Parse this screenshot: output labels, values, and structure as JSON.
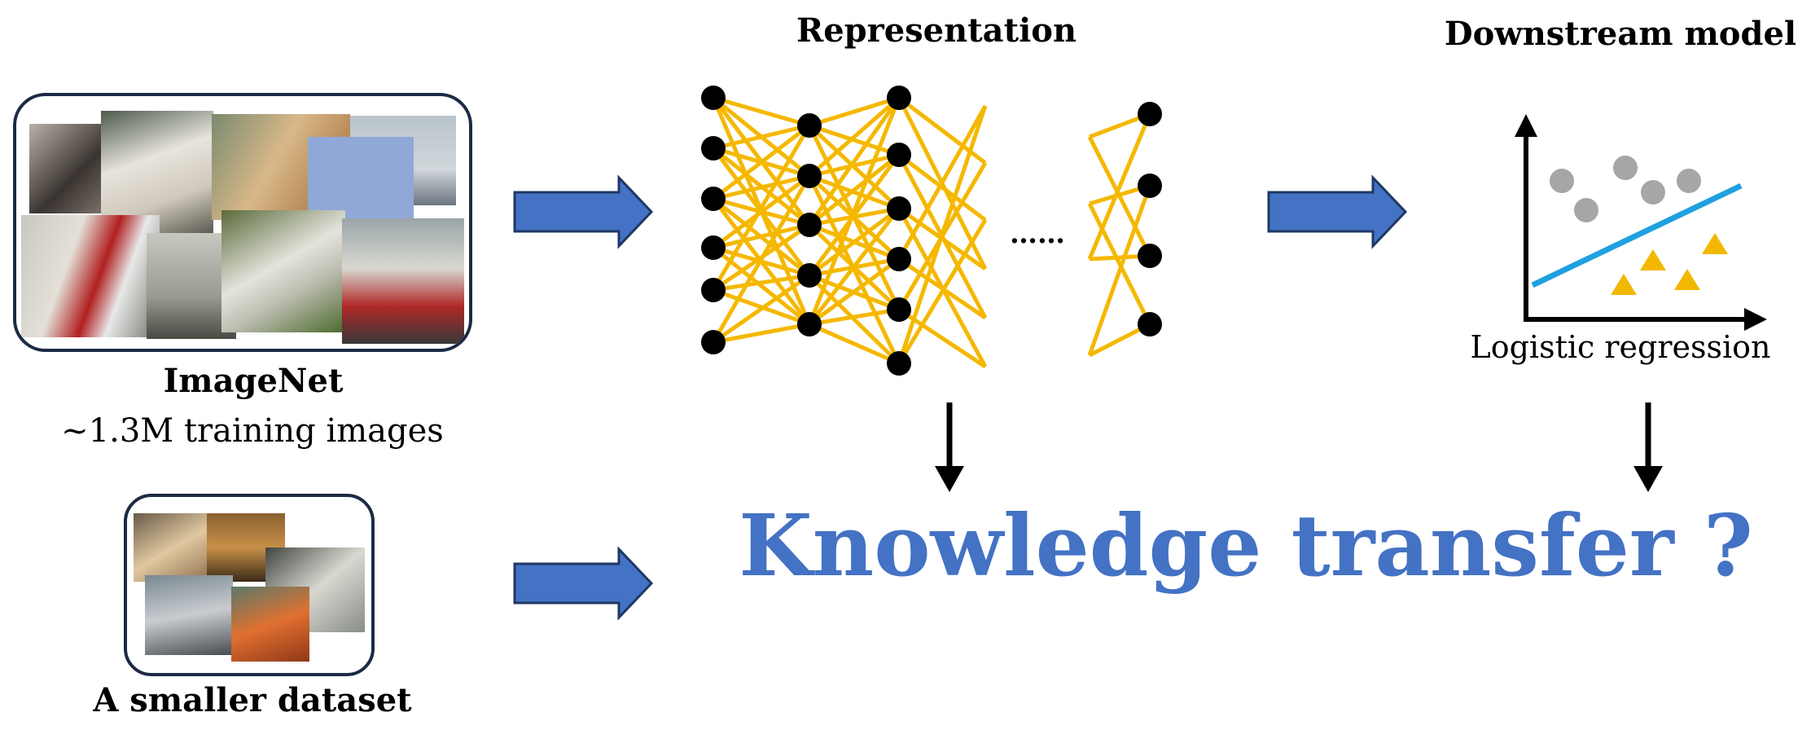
{
  "representation": {
    "title": "Representation",
    "ellipsis": "……"
  },
  "downstream": {
    "title": "Downstream model",
    "caption": "Logistic regression"
  },
  "imagenet": {
    "name": "ImageNet",
    "subtitle": "~1.3M training images"
  },
  "smaller": {
    "name": "A smaller dataset"
  },
  "result": {
    "text": "Knowledge transfer ?"
  },
  "colors": {
    "arrow_fill": "#4472c4",
    "arrow_stroke": "#1f3864",
    "connection": "#f5b800",
    "node": "#000000",
    "result_text": "#4472c4",
    "regression_line": "#1fa0e0",
    "circle_points": "#a6a6a6",
    "triangle_points": "#f2b800"
  }
}
